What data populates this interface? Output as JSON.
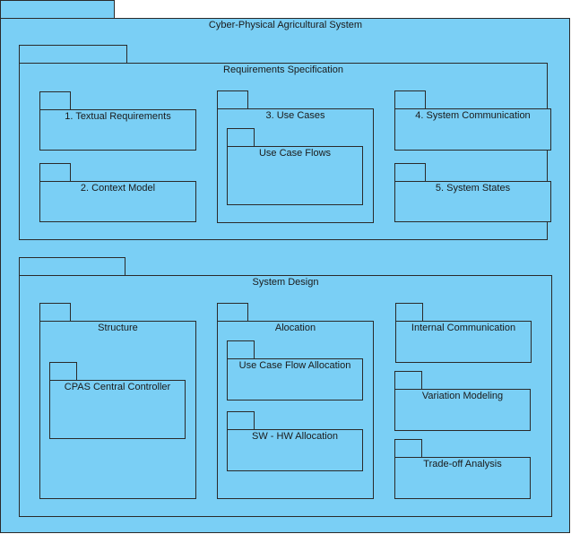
{
  "colors": {
    "package_fill": "#7ACFF5",
    "stroke": "#2A2A2A",
    "text": "#1A1A1A"
  },
  "root": {
    "title": "Cyber-Physical Agricultural System"
  },
  "requirements": {
    "title": "Requirements Specification",
    "textual": "1. Textual Requirements",
    "context": "2. Context Model",
    "use_cases": "3. Use Cases",
    "use_case_flows": "Use Case Flows",
    "system_communication": "4. System Communication",
    "system_states": "5. System States"
  },
  "design": {
    "title": "System Design",
    "structure": "Structure",
    "controller": "CPAS Central Controller",
    "allocation": "Alocation",
    "use_case_flow_allocation": "Use Case Flow Allocation",
    "sw_hw_allocation": "SW - HW Allocation",
    "internal_communication": "Internal Communication",
    "variation_modeling": "Variation Modeling",
    "tradeoff_analysis": "Trade-off Analysis"
  }
}
